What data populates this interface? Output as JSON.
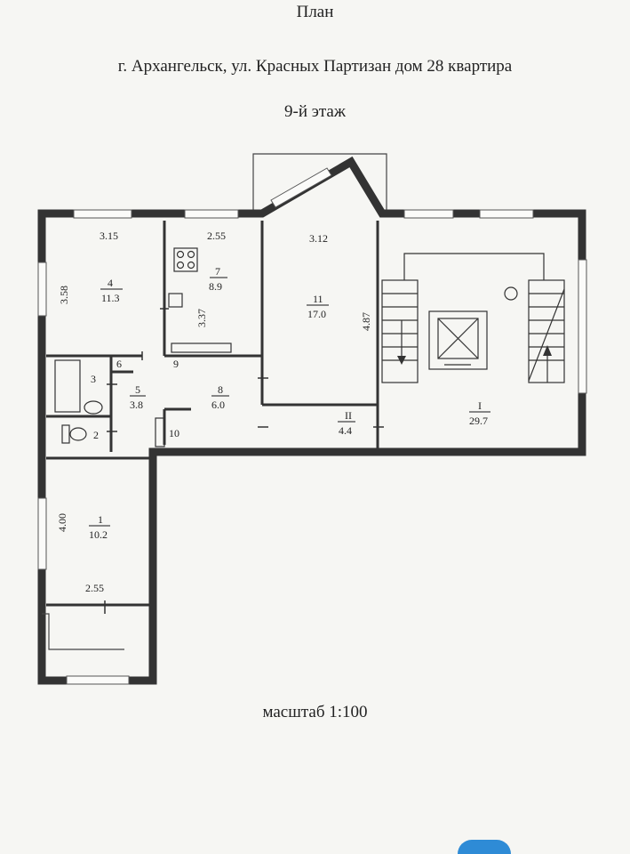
{
  "header": {
    "title": "План",
    "address": "г. Архангельск, ул. Красных Партизан дом 28 квартира",
    "floor": "9-й этаж"
  },
  "footer": {
    "scale": "масштаб 1:100"
  },
  "rooms": {
    "r1": {
      "num": "1",
      "area": "10.2",
      "dim_a": "4.00",
      "dim_b": "2.55"
    },
    "r2": {
      "num": "2"
    },
    "r3": {
      "num": "3"
    },
    "r4": {
      "num": "4",
      "area": "11.3",
      "dim_a": "3.15",
      "dim_b": "3.58"
    },
    "r5": {
      "num": "5",
      "area": "3.8"
    },
    "r6": {
      "num": "6"
    },
    "r7": {
      "num": "7",
      "area": "8.9",
      "dim_a": "2.55",
      "dim_b": "3.37"
    },
    "r8": {
      "num": "8",
      "area": "6.0"
    },
    "r9": {
      "num": "9"
    },
    "r10": {
      "num": "10"
    },
    "r11": {
      "num": "11",
      "area": "17.0",
      "dim_a": "3.12",
      "dim_b": "4.87"
    },
    "rI": {
      "num": "I",
      "area": "29.7"
    },
    "rII": {
      "num": "II",
      "area": "4.4"
    }
  },
  "colors": {
    "paper": "#f6f6f3",
    "line": "#333333",
    "logo": "#2e8bd6"
  }
}
